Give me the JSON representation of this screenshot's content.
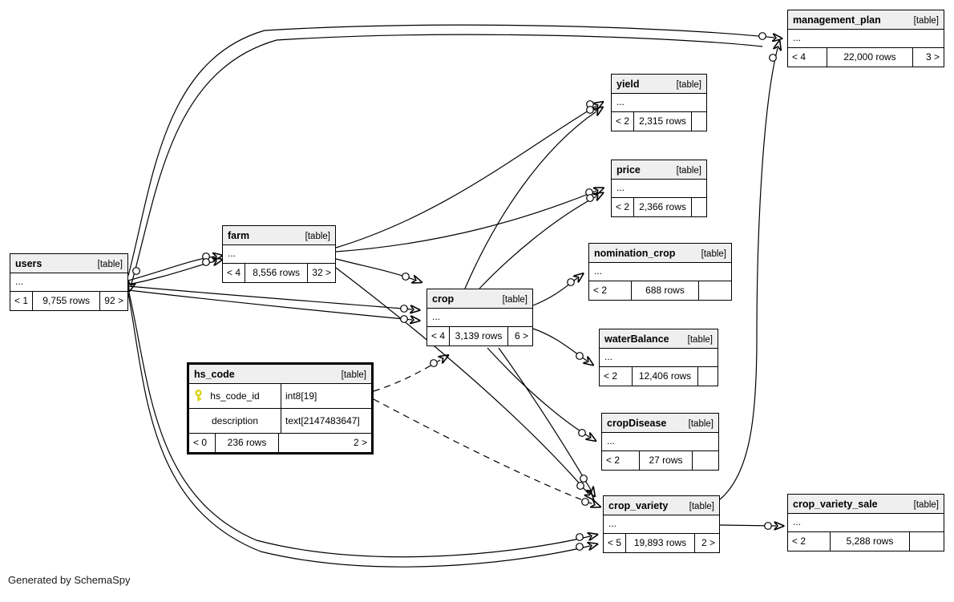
{
  "diagram": {
    "generator_note": "Generated by SchemaSpy"
  },
  "labels": {
    "ellipsis": "...",
    "table_tag": "[table]"
  },
  "colors": {
    "table_header_bg": "#efefef",
    "border": "#000000",
    "key_icon": "#d8ce00",
    "background": "#ffffff"
  },
  "tables": {
    "management_plan": {
      "name": "management_plan",
      "parents": "< 4",
      "rows": "22,000 rows",
      "children": "3 >"
    },
    "yield": {
      "name": "yield",
      "parents": "< 2",
      "rows": "2,315 rows",
      "children": ""
    },
    "price": {
      "name": "price",
      "parents": "< 2",
      "rows": "2,366 rows",
      "children": ""
    },
    "farm": {
      "name": "farm",
      "parents": "< 4",
      "rows": "8,556 rows",
      "children": "32 >"
    },
    "nomination_crop": {
      "name": "nomination_crop",
      "parents": "< 2",
      "rows": "688 rows",
      "children": ""
    },
    "users": {
      "name": "users",
      "parents": "< 1",
      "rows": "9,755 rows",
      "children": "92 >"
    },
    "crop": {
      "name": "crop",
      "parents": "< 4",
      "rows": "3,139 rows",
      "children": "6 >"
    },
    "waterBalance": {
      "name": "waterBalance",
      "parents": "< 2",
      "rows": "12,406 rows",
      "children": ""
    },
    "hs_code": {
      "name": "hs_code",
      "parents": "< 0",
      "rows": "236 rows",
      "children": "2 >",
      "highlighted": true,
      "columns": [
        {
          "name": "hs_code_id",
          "type": "int8[19]",
          "primary_key": true
        },
        {
          "name": "description",
          "type": "text[2147483647]",
          "primary_key": false
        }
      ]
    },
    "cropDisease": {
      "name": "cropDisease",
      "parents": "< 2",
      "rows": "27 rows",
      "children": ""
    },
    "crop_variety": {
      "name": "crop_variety",
      "parents": "< 5",
      "rows": "19,893 rows",
      "children": "2 >"
    },
    "crop_variety_sale": {
      "name": "crop_variety_sale",
      "parents": "< 2",
      "rows": "5,288 rows",
      "children": ""
    }
  },
  "relationships": [
    {
      "from": "users",
      "to": "management_plan",
      "implied": false
    },
    {
      "from": "management_plan",
      "to": "users",
      "implied": false
    },
    {
      "from": "crop_variety",
      "to": "management_plan",
      "implied": false
    },
    {
      "from": "users",
      "to": "farm",
      "implied": false
    },
    {
      "from": "users",
      "to": "farm",
      "implied": false
    },
    {
      "from": "users",
      "to": "crop",
      "implied": false
    },
    {
      "from": "users",
      "to": "crop",
      "implied": false
    },
    {
      "from": "farm",
      "to": "crop",
      "implied": false
    },
    {
      "from": "farm",
      "to": "yield",
      "implied": false
    },
    {
      "from": "crop",
      "to": "yield",
      "implied": false
    },
    {
      "from": "farm",
      "to": "price",
      "implied": false
    },
    {
      "from": "crop",
      "to": "price",
      "implied": false
    },
    {
      "from": "crop",
      "to": "nomination_crop",
      "implied": false
    },
    {
      "from": "crop",
      "to": "waterBalance",
      "implied": false
    },
    {
      "from": "crop",
      "to": "cropDisease",
      "implied": false
    },
    {
      "from": "crop",
      "to": "crop_variety",
      "implied": false
    },
    {
      "from": "farm",
      "to": "crop_variety",
      "implied": false
    },
    {
      "from": "users",
      "to": "crop_variety",
      "implied": false
    },
    {
      "from": "users",
      "to": "crop_variety",
      "implied": false
    },
    {
      "from": "hs_code",
      "to": "crop",
      "implied": true
    },
    {
      "from": "hs_code",
      "to": "crop_variety",
      "implied": true
    },
    {
      "from": "crop_variety",
      "to": "crop_variety_sale",
      "implied": false
    }
  ]
}
